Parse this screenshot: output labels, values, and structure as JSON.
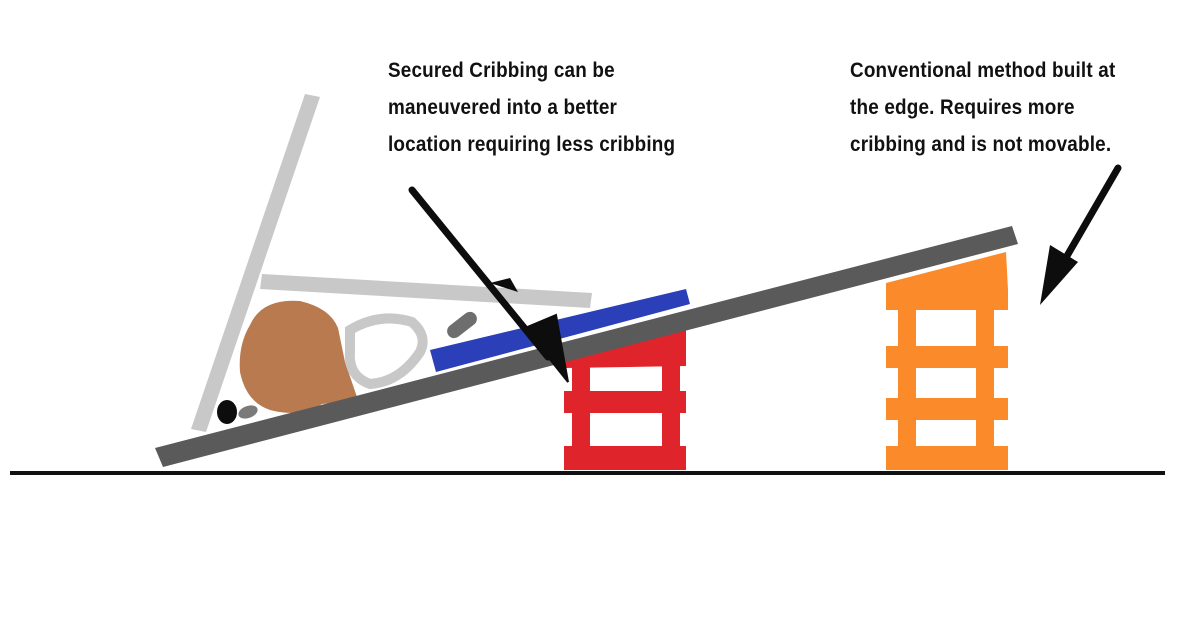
{
  "annotations": {
    "secured": {
      "lines": [
        "Secured Cribbing can be",
        "maneuvered into a better",
        "location requiring less cribbing"
      ]
    },
    "conventional": {
      "lines": [
        "Conventional method built at",
        "the edge. Requires more",
        "cribbing and is not movable."
      ]
    }
  },
  "colors": {
    "ground": "#111111",
    "board": "#5a5a5a",
    "frame": "#c8c8c8",
    "patient_body": "#b87a4e",
    "patient_dark": "#3b3b3b",
    "helmet": "#6e6e6e",
    "pad": "#2a3fb8",
    "secured_crib": "#e0242b",
    "conventional_crib": "#fb8a2a",
    "arrow": "#0d0d0d"
  },
  "icons": {
    "arrow_left": "arrow-down-right-icon",
    "arrow_right": "arrow-down-left-icon"
  }
}
